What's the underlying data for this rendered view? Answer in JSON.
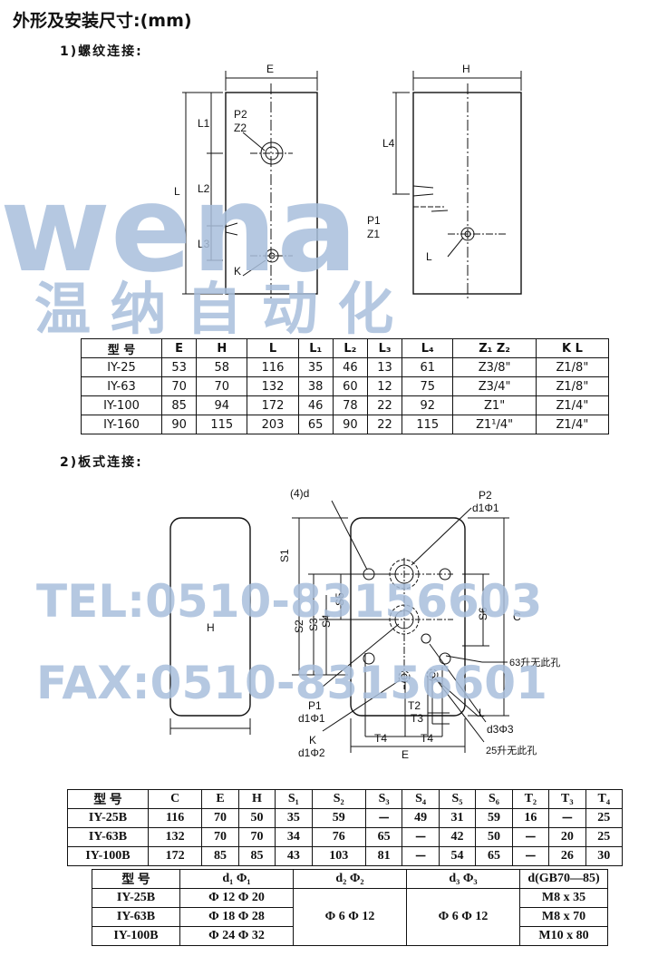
{
  "title": "外形及安装尺寸:(mm)",
  "section1": "1)螺纹连接:",
  "section2": "2)板式连接:",
  "watermark": {
    "brand": "wena",
    "cn": "温 纳 自 动 化",
    "tel": "TEL:0510-83156603",
    "fax": "FAX:0510-83156601",
    "color": "#a9bfdc"
  },
  "diagram1": {
    "E": "E",
    "H": "H",
    "L": "L",
    "L1": "L1",
    "L2": "L2",
    "L3": "L3",
    "L4": "L4",
    "P2": "P2",
    "Z2": "Z2",
    "K": "K",
    "P1": "P1",
    "Z1": "Z1",
    "Lport": "L"
  },
  "diagram2": {
    "d4": "(4)d",
    "P2": "P2",
    "d1phi1_top": "d1Φ1",
    "S1": "S1",
    "S2": "S2",
    "S3": "S3",
    "S4": "S4",
    "S5": "S5",
    "S6": "S6",
    "C": "C",
    "H": "H",
    "no63": "63升无此孔",
    "P1": "P1",
    "d1phi1_bot": "d1Φ1",
    "T2": "T2",
    "T3": "T3",
    "L": "L",
    "d3phi3": "d3Φ3",
    "K": "K",
    "d1phi2": "d1Φ2",
    "T4a": "T4",
    "T4b": "T4",
    "E": "E",
    "no25": "25升无此孔"
  },
  "table1": {
    "headers": [
      "型 号",
      "E",
      "H",
      "L",
      "L₁",
      "L₂",
      "L₃",
      "L₄",
      "Z₁ Z₂",
      "K L"
    ],
    "rows": [
      [
        "IY-25",
        "53",
        "58",
        "116",
        "35",
        "46",
        "13",
        "61",
        "Z3/8\"",
        "Z1/8\""
      ],
      [
        "IY-63",
        "70",
        "70",
        "132",
        "38",
        "60",
        "12",
        "75",
        "Z3/4\"",
        "Z1/8\""
      ],
      [
        "IY-100",
        "85",
        "94",
        "172",
        "46",
        "78",
        "22",
        "92",
        "Z1\"",
        "Z1/4\""
      ],
      [
        "IY-160",
        "90",
        "115",
        "203",
        "65",
        "90",
        "22",
        "115",
        "Z1¹/4\"",
        "Z1/4\""
      ]
    ]
  },
  "table2": {
    "headers": [
      "型 号",
      "C",
      "E",
      "H",
      "S₁",
      "S₂",
      "S₃",
      "S₄",
      "S₅",
      "S₆",
      "T₂",
      "T₃",
      "T₄"
    ],
    "rows": [
      [
        "IY-25B",
        "116",
        "70",
        "50",
        "35",
        "59",
        "－",
        "49",
        "31",
        "59",
        "16",
        "－",
        "25"
      ],
      [
        "IY-63B",
        "132",
        "70",
        "70",
        "34",
        "76",
        "65",
        "－",
        "42",
        "50",
        "－",
        "20",
        "25"
      ],
      [
        "IY-100B",
        "172",
        "85",
        "85",
        "43",
        "103",
        "81",
        "－",
        "54",
        "65",
        "－",
        "26",
        "30"
      ]
    ]
  },
  "table3": {
    "headers": [
      "型 号",
      "d₁ Φ₁",
      "d₂ Φ₂",
      "d₃ Φ₃",
      "d(GB70—85)"
    ],
    "rows": [
      [
        "IY-25B",
        "Φ 12 Φ 20",
        "M8 x 35"
      ],
      [
        "IY-63B",
        "Φ 18 Φ 28",
        "M8 x 70"
      ],
      [
        "IY-100B",
        "Φ 24 Φ 32",
        "M10 x 80"
      ]
    ],
    "merged_d2": "Φ 6 Φ 12",
    "merged_d3": "Φ 6 Φ 12"
  }
}
